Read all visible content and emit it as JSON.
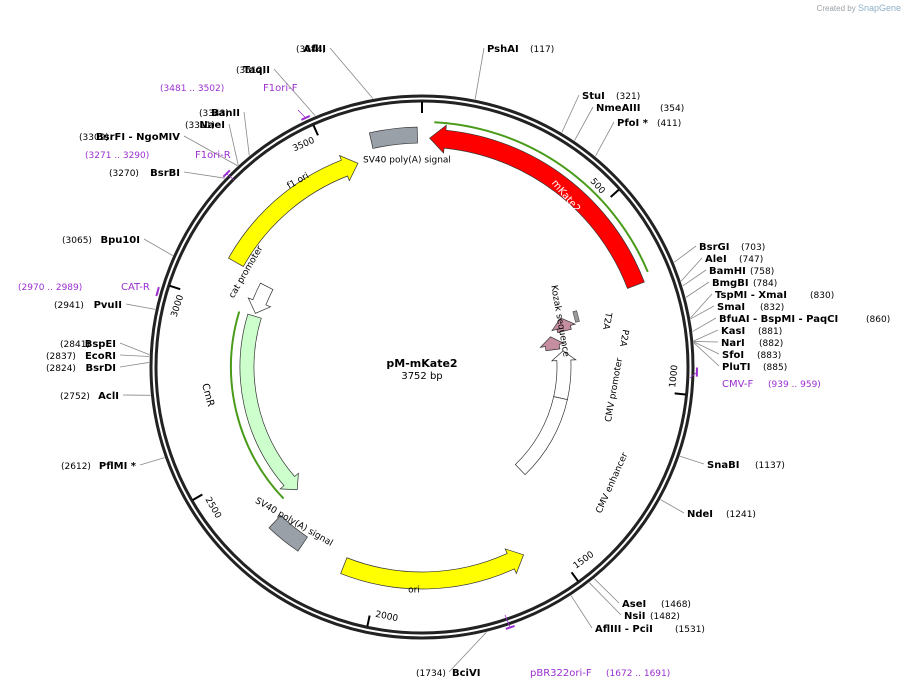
{
  "credit": {
    "prefix": "Created by",
    "brand": "SnapGene"
  },
  "plasmid": {
    "name": "pM-mKate2",
    "length_label": "3752 bp",
    "length": 3752
  },
  "colors": {
    "ring": "#222222",
    "site_label": "#000000",
    "site_pos": "#000000",
    "primer": "#9b2fcf",
    "yellow": "#ffff00",
    "red": "#ff0000",
    "pink": "#c58ea0",
    "mint": "#ccffcc",
    "gray": "#99a0a8",
    "white": "#ffffff",
    "green_line": "#4a9b1a"
  },
  "ticks": [
    {
      "pos": 500,
      "label": "500"
    },
    {
      "pos": 1000,
      "label": "1000"
    },
    {
      "pos": 1500,
      "label": "1500"
    },
    {
      "pos": 2000,
      "label": "2000"
    },
    {
      "pos": 2500,
      "label": "2500"
    },
    {
      "pos": 3000,
      "label": "3000"
    },
    {
      "pos": 3500,
      "label": "3500"
    }
  ],
  "sites": [
    {
      "name": "AflII",
      "pos_label": "(3644)",
      "pos": 3644
    },
    {
      "name": "PshAI",
      "pos_label": "(117)",
      "pos": 117
    },
    {
      "name": "TaqII",
      "pos_label": "(3512)",
      "pos": 3512
    },
    {
      "name": "StuI",
      "pos_label": "(321)",
      "pos": 321
    },
    {
      "name": "NmeAIII",
      "pos_label": "(354)",
      "pos": 354
    },
    {
      "name": "PfoI *",
      "pos_label": "(411)",
      "pos": 411
    },
    {
      "name": "BanII",
      "pos_label": "(3343)",
      "pos": 3343
    },
    {
      "name": "NaeI",
      "pos_label": "(3311)",
      "pos": 3311
    },
    {
      "name": "BsrFI  - NgoMIV",
      "pos_label": "(3309)",
      "pos": 3309
    },
    {
      "name": "BsrBI",
      "pos_label": "(3270)",
      "pos": 3270
    },
    {
      "name": "BsrGI",
      "pos_label": "(703)",
      "pos": 703
    },
    {
      "name": "AleI",
      "pos_label": "(747)",
      "pos": 747
    },
    {
      "name": "BamHI",
      "pos_label": "(758)",
      "pos": 758
    },
    {
      "name": "BmgBI",
      "pos_label": "(784)",
      "pos": 784
    },
    {
      "name": "TspMI  - XmaI",
      "pos_label": "(830)",
      "pos": 830
    },
    {
      "name": "SmaI",
      "pos_label": "(832)",
      "pos": 832
    },
    {
      "name": "BfuAI  - BspMI  - PaqCI",
      "pos_label": "(860)",
      "pos": 860
    },
    {
      "name": "KasI",
      "pos_label": "(881)",
      "pos": 881
    },
    {
      "name": "NarI",
      "pos_label": "(882)",
      "pos": 882
    },
    {
      "name": "SfoI",
      "pos_label": "(883)",
      "pos": 883
    },
    {
      "name": "PluTI",
      "pos_label": "(885)",
      "pos": 885
    },
    {
      "name": "Bpu10I",
      "pos_label": "(3065)",
      "pos": 3065
    },
    {
      "name": "PvuII",
      "pos_label": "(2941)",
      "pos": 2941
    },
    {
      "name": "BspEI",
      "pos_label": "(2841)",
      "pos": 2841
    },
    {
      "name": "EcoRI",
      "pos_label": "(2837)",
      "pos": 2837
    },
    {
      "name": "BsrDI",
      "pos_label": "(2824)",
      "pos": 2824
    },
    {
      "name": "AclI",
      "pos_label": "(2752)",
      "pos": 2752
    },
    {
      "name": "SnaBI",
      "pos_label": "(1137)",
      "pos": 1137
    },
    {
      "name": "NdeI",
      "pos_label": "(1241)",
      "pos": 1241
    },
    {
      "name": "PflMI *",
      "pos_label": "(2612)",
      "pos": 2612
    },
    {
      "name": "AseI",
      "pos_label": "(1468)",
      "pos": 1468
    },
    {
      "name": "NsiI",
      "pos_label": "(1482)",
      "pos": 1482
    },
    {
      "name": "AflIII  - PciI",
      "pos_label": "(1531)",
      "pos": 1531
    },
    {
      "name": "BciVI",
      "pos_label": "(1734)",
      "pos": 1734
    }
  ],
  "primers": [
    {
      "name": "F1ori-F",
      "range": "(3481 .. 3502)",
      "pos": 3491
    },
    {
      "name": "F1ori-R",
      "range": "(3271 .. 3290)",
      "pos": 3280
    },
    {
      "name": "CAT-R",
      "range": "(2970 .. 2989)",
      "pos": 2980
    },
    {
      "name": "CMV-F",
      "range": "(939 .. 959)",
      "pos": 949
    },
    {
      "name": "pBR322ori-F",
      "range": "(1672 .. 1691)",
      "pos": 1681
    }
  ],
  "features": [
    {
      "name": "SV40 poly(A) signal",
      "start": 3620,
      "end": 3740,
      "dir": 0,
      "kind": "gray"
    },
    {
      "name": "mKate2",
      "start": 20,
      "end": 720,
      "dir": -1,
      "kind": "red"
    },
    {
      "name": "T2A",
      "start": 735,
      "end": 790,
      "dir": -1,
      "kind": "pink"
    },
    {
      "name": "P2A",
      "start": 800,
      "end": 860,
      "dir": -1,
      "kind": "pink"
    },
    {
      "name": "Kozak sequence",
      "start": 0,
      "end": 0,
      "dir": 0,
      "kind": "label"
    },
    {
      "name": "CMV promoter",
      "start": 870,
      "end": 1070,
      "dir": -1,
      "kind": "white"
    },
    {
      "name": "CMV enhancer",
      "start": 1070,
      "end": 1420,
      "dir": 0,
      "kind": "white"
    },
    {
      "name": "ori",
      "start": 1580,
      "end": 2100,
      "dir": -1,
      "kind": "yellow"
    },
    {
      "name": "SV40 poly(A) signal",
      "start": 2230,
      "end": 2330,
      "dir": 0,
      "kind": "gray"
    },
    {
      "name": "CmR",
      "start": 2350,
      "end": 2990,
      "dir": -1,
      "kind": "mint"
    },
    {
      "name": "cat promoter",
      "start": 3000,
      "end": 3100,
      "dir": -1,
      "kind": "white"
    },
    {
      "name": "f1 ori",
      "start": 3120,
      "end": 3570,
      "dir": 1,
      "kind": "yellow"
    }
  ]
}
